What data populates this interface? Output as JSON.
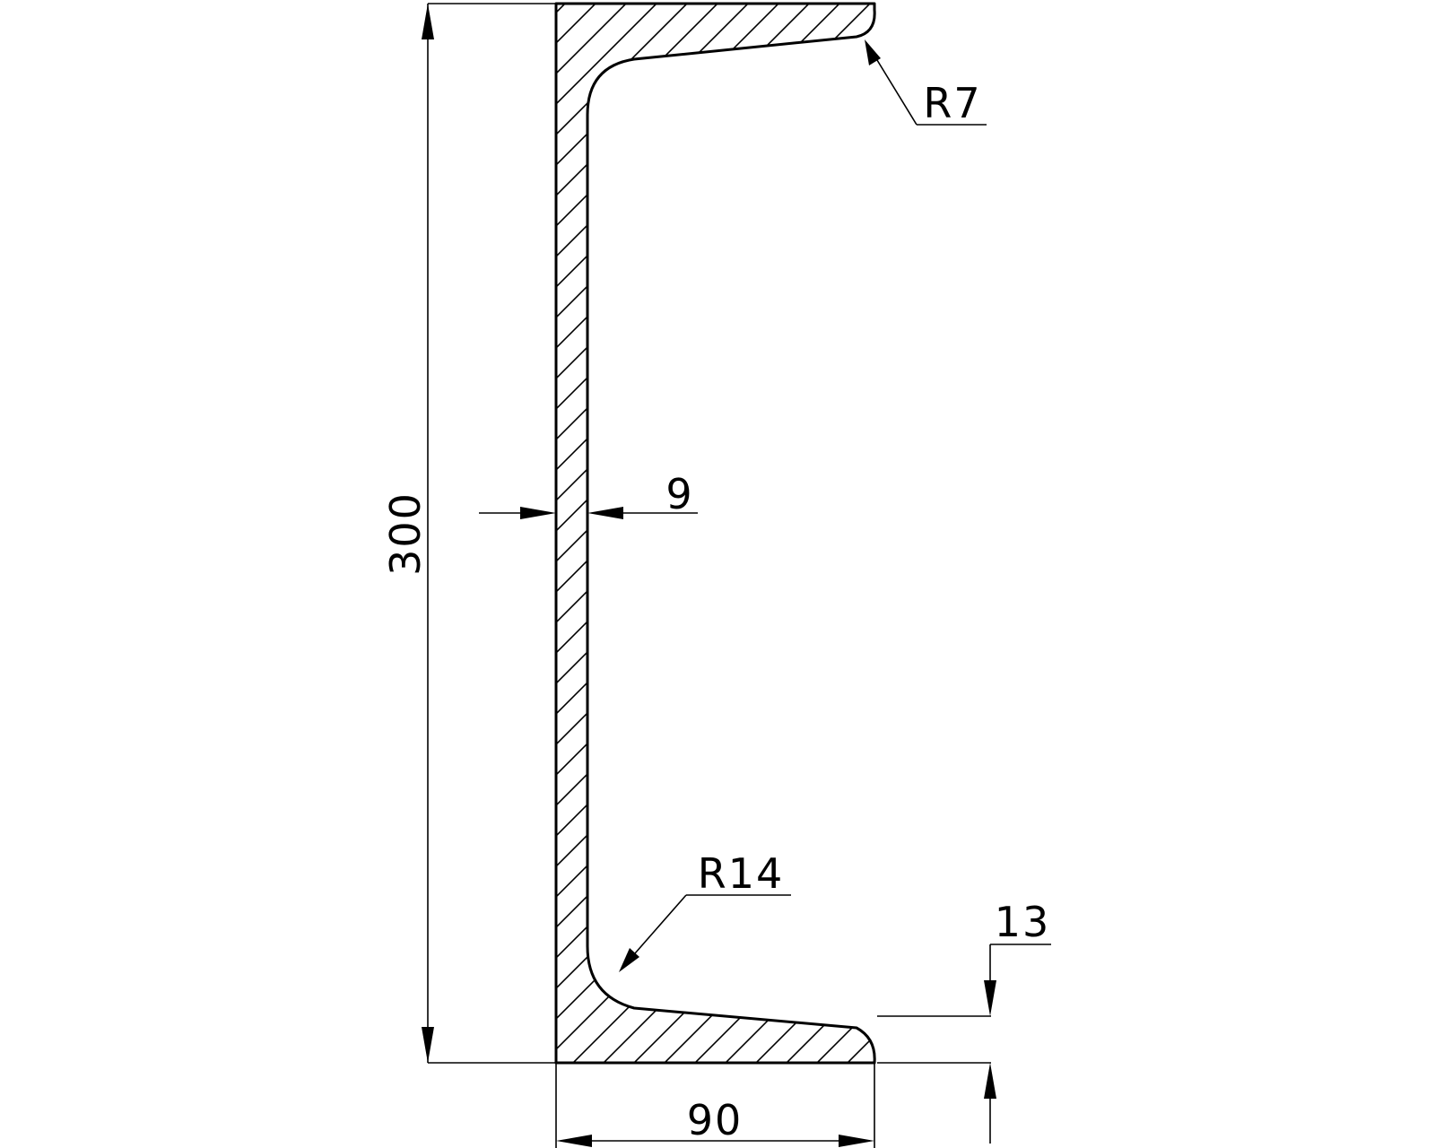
{
  "dimensions": {
    "height": "300",
    "web_thickness": "9",
    "flange_width": "90",
    "flange_thickness": "13",
    "root_radius": "R14",
    "toe_radius": "R7"
  }
}
